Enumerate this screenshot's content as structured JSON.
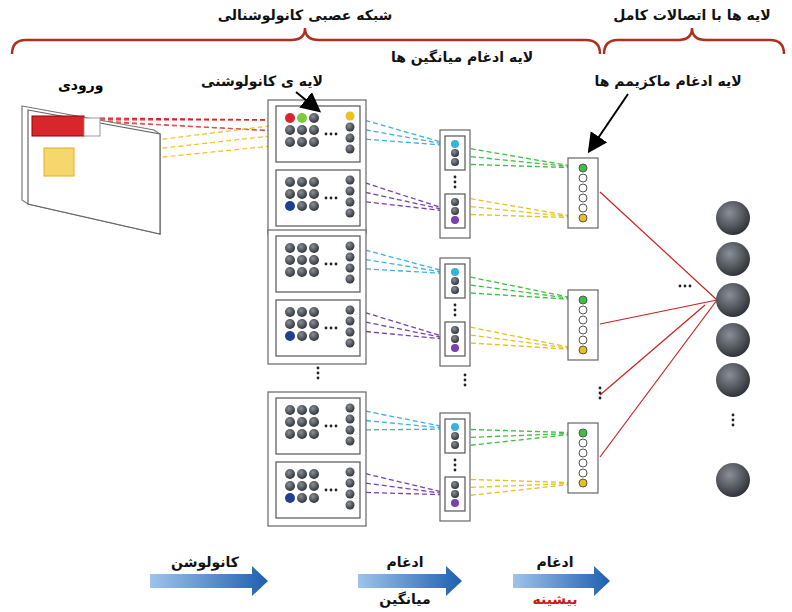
{
  "diagram": {
    "nodes": [
      {
        "text": [
          "ورودی"
        ]
      }
    ],
    "labels": [
      "شبکه عصبی کانولوشنالی",
      "لایه ها با اتصالات کامل",
      "لایه ی کانولوشنی",
      "لایه ادغام میانگین ها",
      "لایه ادغام ماکزیمم ها",
      "کانولوشن",
      "ادغام",
      "میانگین",
      "ادغام",
      "بیشینه"
    ]
  }
}
